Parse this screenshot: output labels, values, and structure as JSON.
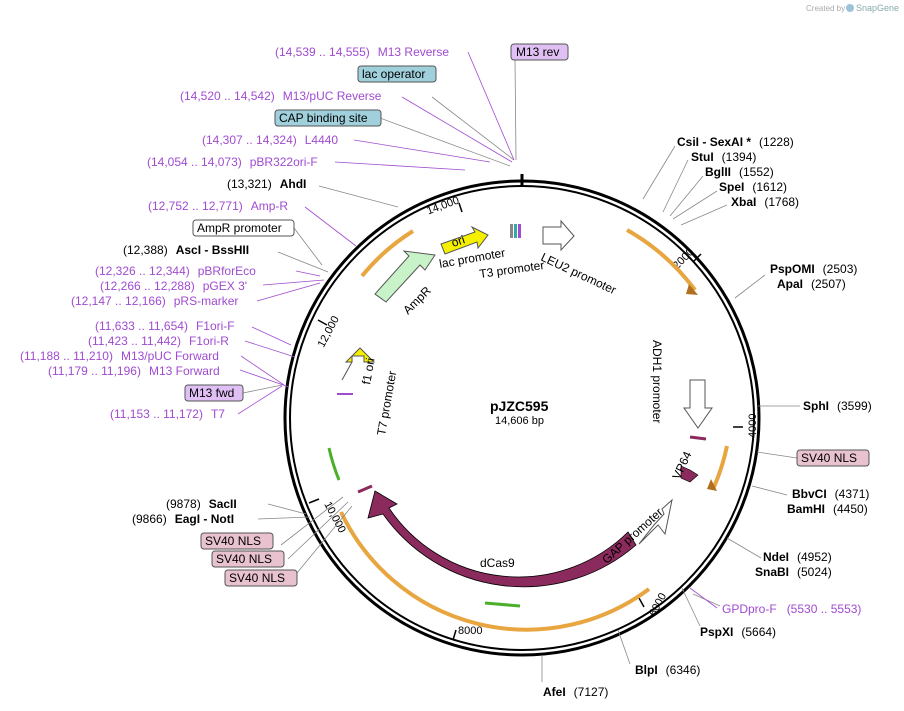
{
  "watermark": "Created by",
  "watermark_brand": "SnapGene",
  "plasmid": {
    "name": "pJZC595",
    "size": "14,606 bp"
  },
  "ticks": [
    "2000",
    "4000",
    "6000",
    "8000",
    "10,000",
    "12,000",
    "14,000"
  ],
  "features": {
    "ori": "ori",
    "lac_promoter": "lac promoter",
    "t3_promoter": "T3 promoter",
    "leu2_promoter": "LEU2 promoter",
    "ampr": "AmpR",
    "f1_ori": "f1 ori",
    "t7_promoter": "T7 promoter",
    "adh1_promoter": "ADH1 promoter",
    "vp64": "VP64",
    "gap_promoter": "GAP promoter",
    "dcas9": "dCas9"
  },
  "boxed": {
    "m13rev": "M13 rev",
    "lac_operator": "lac operator",
    "cap_site": "CAP binding site",
    "ampr_promoter": "AmpR promoter",
    "m13fwd": "M13 fwd",
    "sv40_right": "SV40 NLS",
    "sv40_1": "SV40 NLS",
    "sv40_2": "SV40 NLS",
    "sv40_3": "SV40 NLS"
  },
  "primers_left": [
    {
      "range": "(14,539 .. 14,555)",
      "name": "M13 Reverse"
    },
    {
      "range": "(14,520 .. 14,542)",
      "name": "M13/pUC Reverse"
    },
    {
      "range": "(14,307 .. 14,324)",
      "name": "L4440"
    },
    {
      "range": "(14,054 .. 14,073)",
      "name": "pBR322ori-F"
    },
    {
      "range": "(12,752 .. 12,771)",
      "name": "Amp-R"
    },
    {
      "range": "(12,326 .. 12,344)",
      "name": "pBRforEco"
    },
    {
      "range": "(12,266 .. 12,288)",
      "name": "pGEX 3'"
    },
    {
      "range": "(12,147 .. 12,166)",
      "name": "pRS-marker"
    },
    {
      "range": "(11,633 .. 11,654)",
      "name": "F1ori-F"
    },
    {
      "range": "(11,423 .. 11,442)",
      "name": "F1ori-R"
    },
    {
      "range": "(11,188 .. 11,210)",
      "name": "M13/pUC Forward"
    },
    {
      "range": "(11,179 .. 11,196)",
      "name": "M13 Forward"
    },
    {
      "range": "(11,153 .. 11,172)",
      "name": "T7"
    }
  ],
  "primer_right": {
    "name": "GPDpro-F",
    "range": "(5530 .. 5553)"
  },
  "sites_left": [
    {
      "pos": "(13,321)",
      "name": "AhdI"
    },
    {
      "pos": "(12,388)",
      "name": "AscI",
      "name2": "BssHII"
    },
    {
      "pos": "(9878)",
      "name": "SacII"
    },
    {
      "pos": "(9866)",
      "name": "EagI",
      "name2": "NotI"
    }
  ],
  "sites_right": [
    {
      "name": "CsiI",
      "name2": "SexAI *",
      "pos": "(1228)"
    },
    {
      "name": "StuI",
      "pos": "(1394)"
    },
    {
      "name": "BglII",
      "pos": "(1552)"
    },
    {
      "name": "SpeI",
      "pos": "(1612)"
    },
    {
      "name": "XbaI",
      "pos": "(1768)"
    },
    {
      "name": "PspOMI",
      "pos": "(2503)"
    },
    {
      "name": "ApaI",
      "pos": "(2507)"
    },
    {
      "name": "SphI",
      "pos": "(3599)"
    },
    {
      "name": "BbvCI",
      "pos": "(4371)"
    },
    {
      "name": "BamHI",
      "pos": "(4450)"
    },
    {
      "name": "NdeI",
      "pos": "(4952)"
    },
    {
      "name": "SnaBI",
      "pos": "(5024)"
    },
    {
      "name": "PspXI",
      "pos": "(5664)"
    },
    {
      "name": "BlpI",
      "pos": "(6346)"
    },
    {
      "name": "AfeI",
      "pos": "(7127)"
    }
  ]
}
